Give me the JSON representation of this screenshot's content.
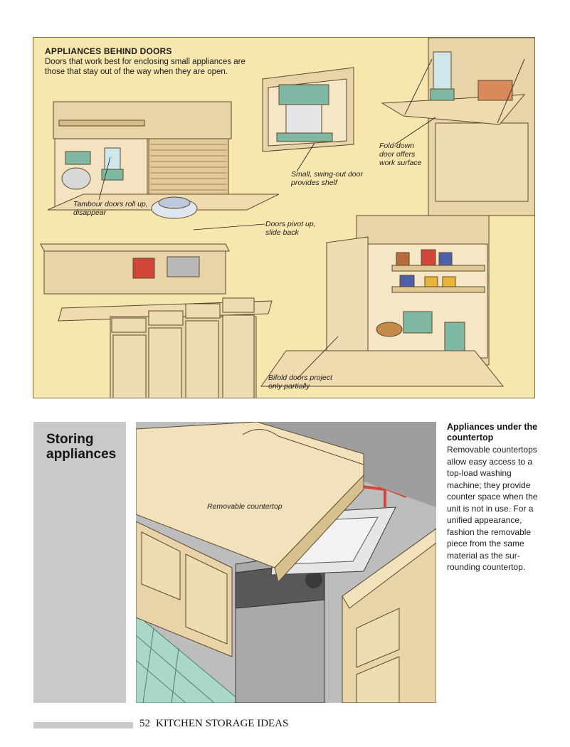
{
  "top_panel": {
    "title": "APPLIANCES BEHIND DOORS",
    "intro": "Doors that work best for enclosing small appliances are those that stay out of the way when they are open.",
    "callouts": {
      "tambour": "Tambour doors roll up, disappear",
      "swing_out": "Small, swing-out door provides shelf",
      "fold_down": "Fold-down door offers work surface",
      "pivot": "Doors pivot up, slide back",
      "bifold": "Bifold doors project only partially"
    }
  },
  "section": {
    "title": "Storing appliances"
  },
  "bottom_illustration": {
    "label": "Removable countertop"
  },
  "sidebar_text": {
    "heading": "Appliances under the countertop",
    "body": "Removable countertops allow easy access to a top-load washing machine; they provide counter space when the unit is not in use. For a unified appearance, fashion the removable piece from the same material as the sur-rounding countertop."
  },
  "footer": {
    "page_number": "52",
    "book_title": "KITCHEN STORAGE IDEAS"
  },
  "colors": {
    "panel_bg": "#f7e7ae",
    "cabinet": "#e9d3a8",
    "appliance_teal": "#7fb9a4",
    "appliance_red": "#d2463a",
    "floor_tile": "#a9d8c6",
    "side_gray": "#c9c9c9"
  }
}
